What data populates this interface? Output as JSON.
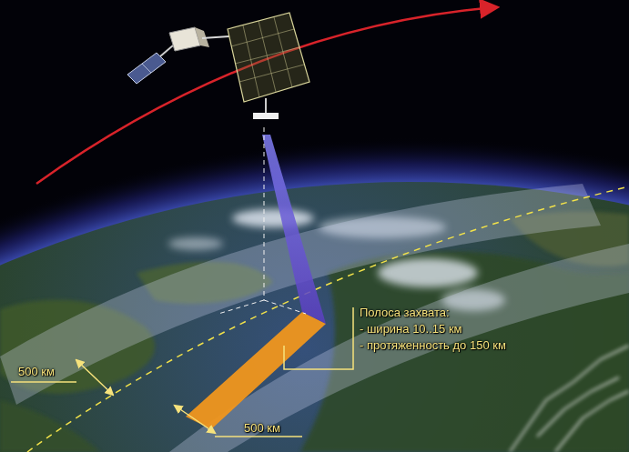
{
  "diagram": {
    "labels": [
      "500 км",
      "500 км",
      "Полоса захвата:",
      "- ширина 10..15 км",
      "- протяженность до 150 км"
    ]
  }
}
